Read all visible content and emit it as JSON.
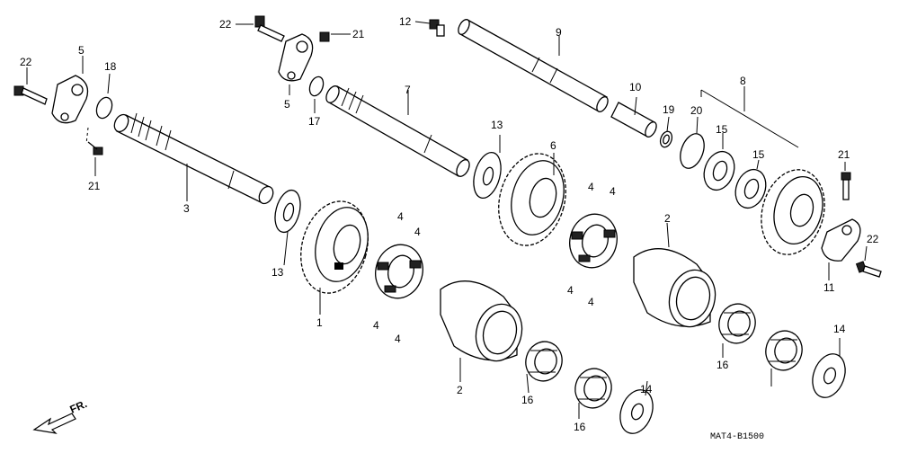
{
  "diagram_code": "MAT4-B1500",
  "direction_label": "FR.",
  "callouts": {
    "c1": "1",
    "c2a": "2",
    "c2b": "2",
    "c3": "3",
    "c4a": "4",
    "c4b": "4",
    "c4c": "4",
    "c4d": "4",
    "c4e": "4",
    "c4f": "4",
    "c4g": "4",
    "c4h": "4",
    "c5a": "5",
    "c5b": "5",
    "c6": "6",
    "c7": "7",
    "c8": "8",
    "c9": "9",
    "c10": "10",
    "c11": "11",
    "c12": "12",
    "c13a": "13",
    "c13b": "13",
    "c14a": "14",
    "c14b": "14",
    "c15a": "15",
    "c15b": "15",
    "c16a": "16",
    "c16b": "16",
    "c16c": "16",
    "c17": "17",
    "c18": "18",
    "c19": "19",
    "c20": "20",
    "c21a": "21",
    "c21b": "21",
    "c21c": "21",
    "c22a": "22",
    "c22b": "22",
    "c22c": "22"
  }
}
